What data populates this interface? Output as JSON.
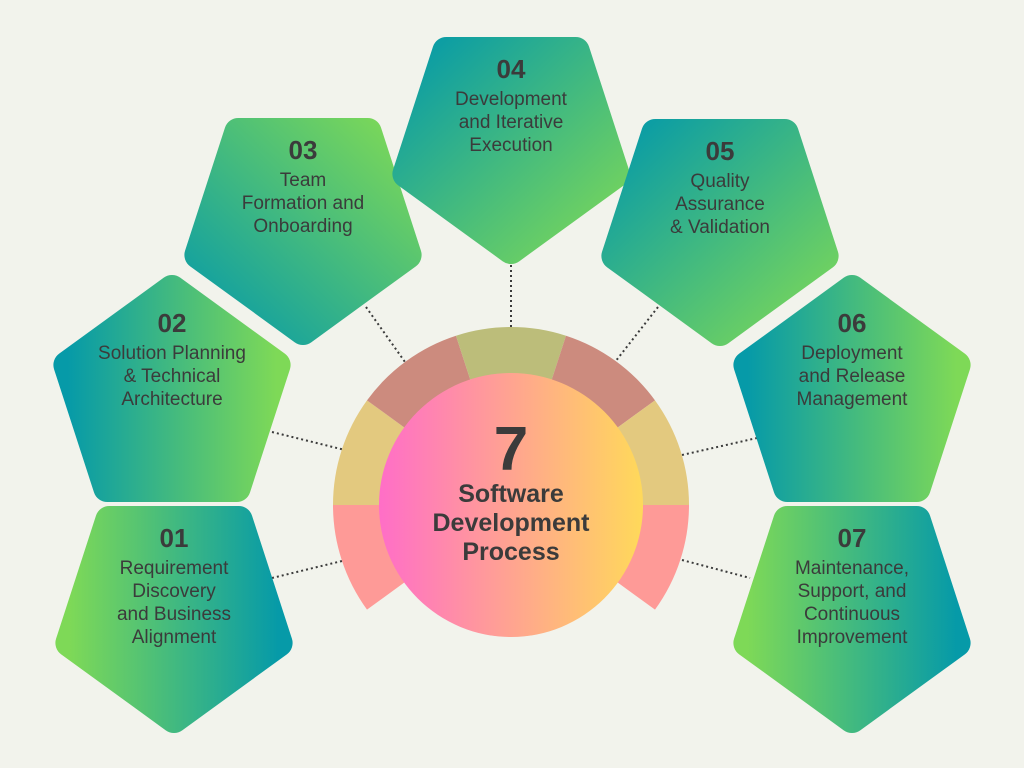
{
  "center": {
    "count": "7",
    "title_lines": [
      "Software",
      "Development",
      "Process"
    ],
    "gradient": [
      "#ff6ec7",
      "#ffd95a"
    ]
  },
  "ring_colors": [
    "#fe9a97",
    "#e3c97f",
    "#cc8b7e",
    "#bcbd7a",
    "#cc8b7e",
    "#e3c97f",
    "#fe9a97"
  ],
  "pentagon_colors": {
    "teal": "#069aa8",
    "green": "#7ed957"
  },
  "steps": [
    {
      "number": "01",
      "lines": [
        "Requirement",
        "Discovery",
        "and Business",
        "Alignment"
      ]
    },
    {
      "number": "02",
      "lines": [
        "Solution Planning",
        "& Technical",
        "Architecture"
      ]
    },
    {
      "number": "03",
      "lines": [
        "Team",
        "Formation and",
        "Onboarding"
      ]
    },
    {
      "number": "04",
      "lines": [
        "Development",
        "and Iterative",
        "Execution"
      ]
    },
    {
      "number": "05",
      "lines": [
        "Quality",
        "Assurance",
        "& Validation"
      ]
    },
    {
      "number": "06",
      "lines": [
        "Deployment",
        "and Release",
        "Management"
      ]
    },
    {
      "number": "07",
      "lines": [
        "Maintenance,",
        "Support, and",
        "Continuous",
        "Improvement"
      ]
    }
  ]
}
